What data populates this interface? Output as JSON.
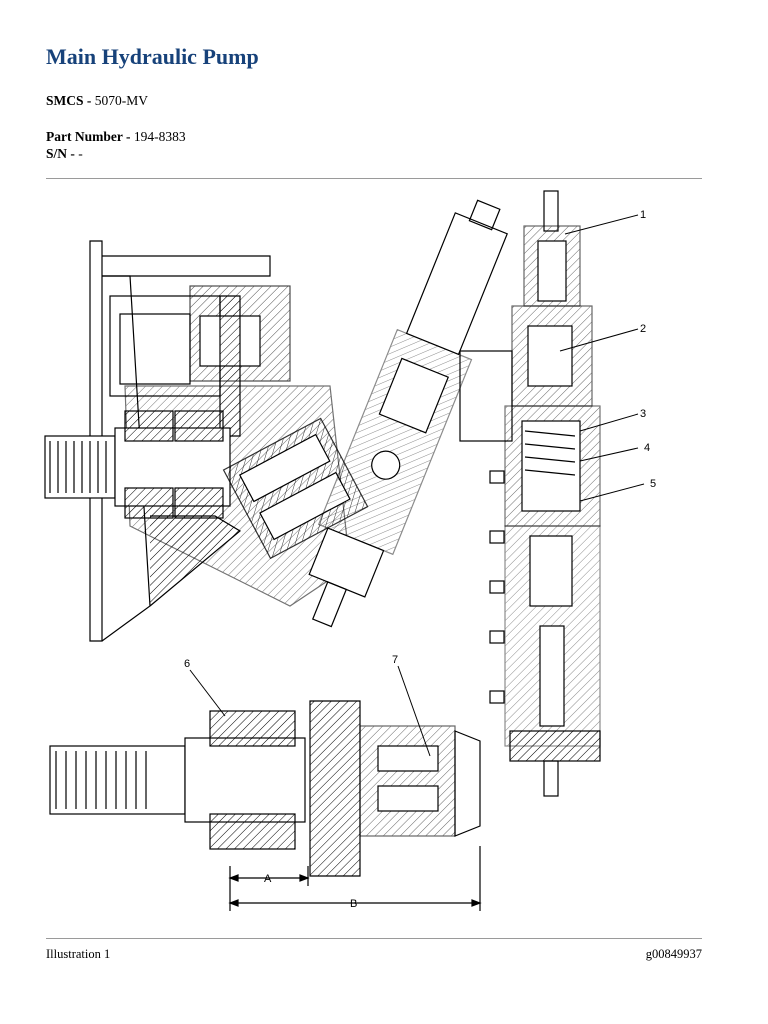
{
  "document": {
    "title": "Main Hydraulic Pump",
    "smcs_label": "SMCS - ",
    "smcs_value": "5070-MV",
    "part_number_label": "Part Number - ",
    "part_number_value": "194-8383",
    "sn_label": "S/N - ",
    "sn_value": "-"
  },
  "illustration": {
    "caption": "Illustration 1",
    "graphic_id": "g00849937",
    "callouts": [
      "1",
      "2",
      "3",
      "4",
      "5",
      "6",
      "7"
    ],
    "dimension_labels": [
      "A",
      "B"
    ]
  },
  "colors": {
    "title": "#17427a",
    "rule": "#9a9a9a"
  }
}
